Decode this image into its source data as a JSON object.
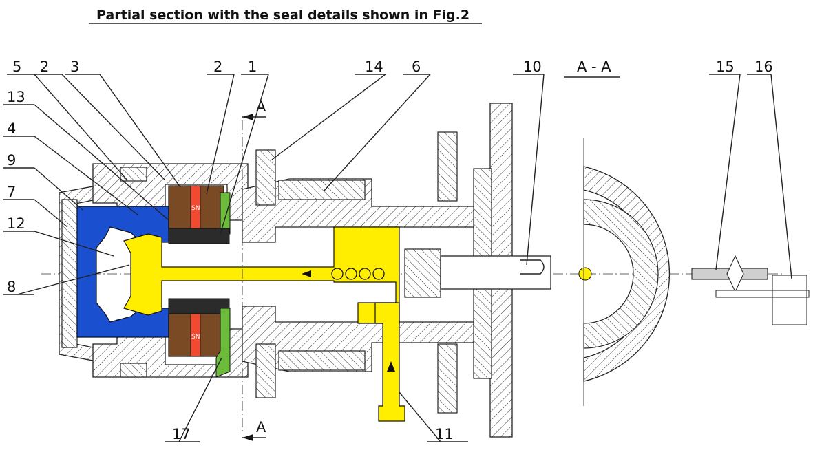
{
  "figure": {
    "title": "Partial section with the seal details shown in Fig.2",
    "section_view_label": "A - A",
    "section_marker": "A",
    "seal_text": "SN"
  },
  "callouts": [
    "5",
    "2",
    "3",
    "2",
    "1",
    "14",
    "6",
    "10",
    "15",
    "16",
    "13",
    "4",
    "9",
    "7",
    "12",
    "8",
    "17",
    "11"
  ],
  "colors": {
    "blue_part": "#1a4fd0",
    "yellow_part": "#ffee00",
    "brown_part": "#7a4a24",
    "green_part": "#6dbb3a",
    "dark_part": "#2b2b2b",
    "red_part": "#f04a30",
    "line": "#222222"
  }
}
